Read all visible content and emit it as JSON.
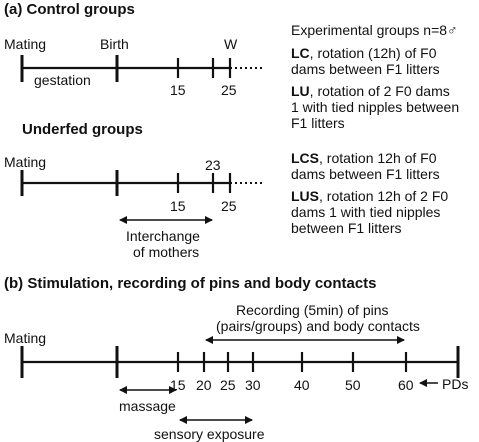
{
  "panel_a": {
    "title": "(a) Control groups",
    "control": {
      "labels": {
        "mating": "Mating",
        "birth": "Birth",
        "w": "W",
        "gestation": "gestation",
        "t15": "15",
        "t25": "25"
      }
    },
    "underfed": {
      "title": "Underfed groups",
      "labels": {
        "mating": "Mating",
        "t23": "23",
        "t15": "15",
        "t25": "25"
      },
      "interchange": [
        "Interchange",
        "of mothers"
      ]
    },
    "experimental": {
      "heading": "Experimental groups n=8♂",
      "lc": {
        "code": "LC",
        "rest": ", rotation (12h) of F0",
        "line2": "dams between F1 litters"
      },
      "lu": {
        "code": "LU",
        "rest": ", rotation of 2 F0 dams",
        "line2": "1 with tied nipples between",
        "line3": "F1 litters"
      },
      "lcs": {
        "code": "LCS",
        "rest": ", rotation 12h of F0",
        "line2": "dams between F1 litters"
      },
      "lus": {
        "code": "LUS",
        "rest": ", rotation 12h of 2 F0",
        "line2": "dams 1 with tied nipples",
        "line3": "between F1 litters"
      }
    }
  },
  "panel_b": {
    "title": "(b) Stimulation, recording of pins and body contacts",
    "recording": [
      "Recording (5min) of pins",
      "(pairs/groups) and body contacts"
    ],
    "labels": {
      "mating": "Mating",
      "pds": "PDs"
    },
    "ticks": [
      "15",
      "20",
      "25",
      "30",
      "40",
      "50",
      "60"
    ],
    "massage": "massage",
    "sensory": "sensory exposure"
  }
}
